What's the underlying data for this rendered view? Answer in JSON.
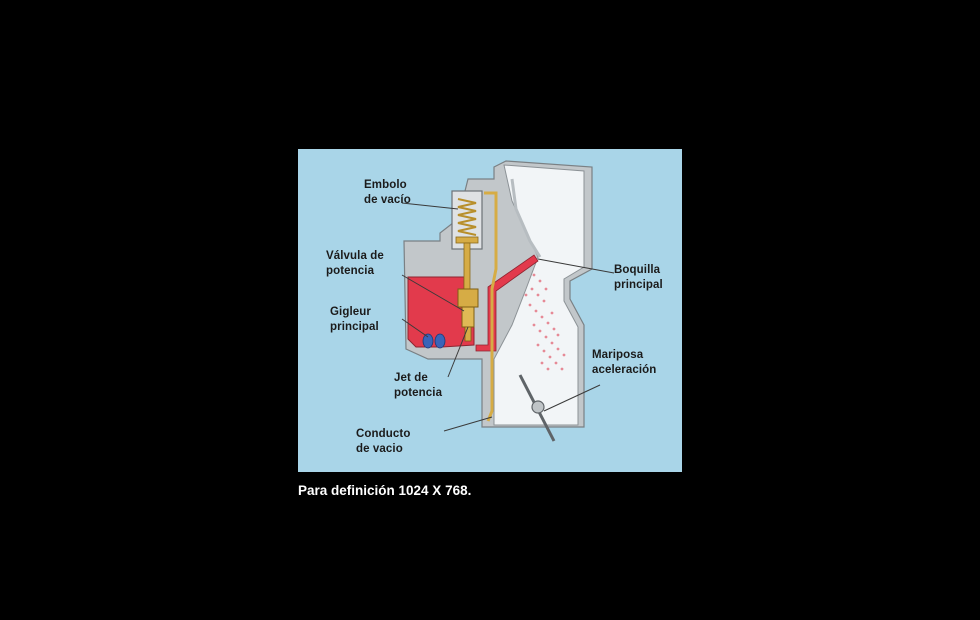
{
  "caption": "Para definición 1024 X 768.",
  "labels": {
    "embolo_vacio": "Embolo\nde vacío",
    "valvula_potencia": "Válvula de\npotencia",
    "gigleur_principal": "Gigleur\nprincipal",
    "jet_potencia": "Jet de\npotencia",
    "conducto_vacio": "Conducto\nde vacio",
    "boquilla_principal": "Boquilla\nprincipal",
    "mariposa_aceleracion": "Mariposa\naceleración"
  },
  "colors": {
    "page_background": "#000000",
    "diagram_background": "#a9d5e8",
    "body_grey": "#c2c7ca",
    "fuel_red": "#e23a4c",
    "brass": "#d6ac45",
    "throat_white": "#f2f5f7"
  }
}
